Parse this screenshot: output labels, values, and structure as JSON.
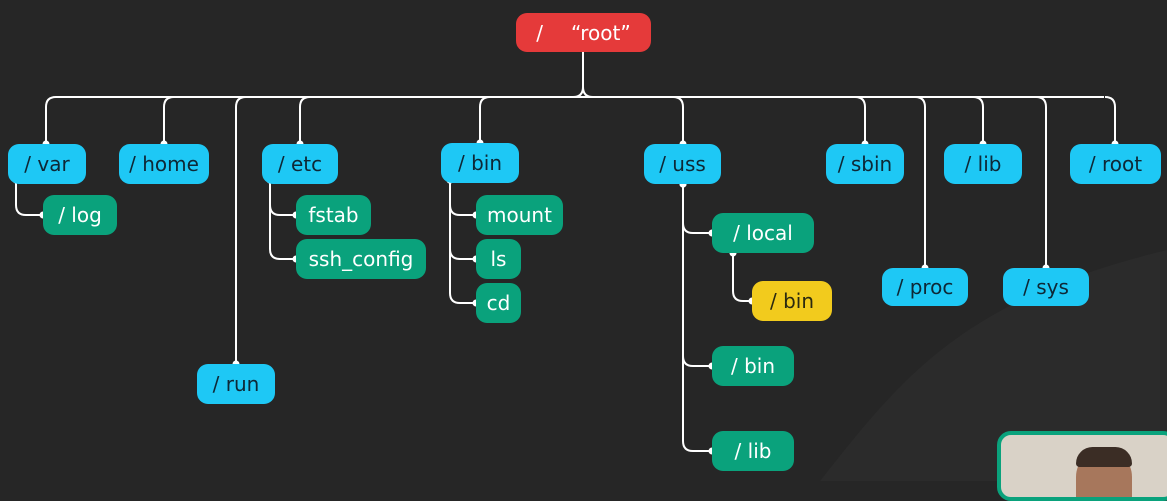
{
  "root": {
    "slash": "/",
    "label": "“root”"
  },
  "nodes": {
    "var": "/ var",
    "log": "/ log",
    "home": "/ home",
    "run": "/ run",
    "etc": "/ etc",
    "fstab": "fstab",
    "ssh_config": "ssh_config",
    "bin": "/ bin",
    "mount": "mount",
    "ls": "ls",
    "cd": "cd",
    "uss": "/ uss",
    "local": "/ local",
    "local_bin": "/ bin",
    "uss_bin": "/ bin",
    "uss_lib": "/ lib",
    "sbin": "/ sbin",
    "proc": "/ proc",
    "lib": "/ lib",
    "sys": "/ sys",
    "root_dir": "/ root"
  },
  "colors": {
    "background": "#262626",
    "root": "#e53a3a",
    "top_level_dir": "#1ec8f5",
    "child": "#0aa27c",
    "nested_child": "#f2cb1d",
    "connector": "#ffffff"
  },
  "icons": {
    "webcam_overlay": "presenter-webcam"
  }
}
